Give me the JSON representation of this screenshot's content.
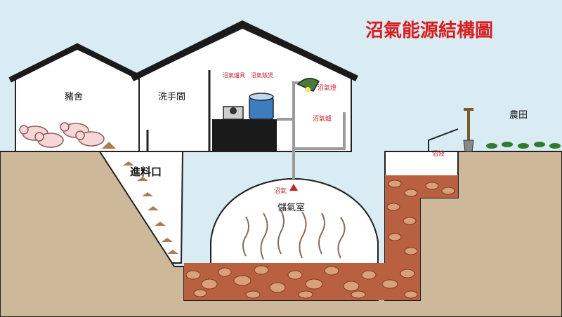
{
  "title": "沼氣能源結構圖",
  "labels": {
    "pigsty": "豬舍",
    "washroom": "洗手間",
    "inlet": "進料口",
    "chamber": "儲氣室",
    "farmland": "農田",
    "biogas_stove": "沼氣爐具",
    "biogas_cooker": "沼氣飯煲",
    "biogas_lamp": "沼氣燈",
    "biogas_heater": "沼氣爐",
    "biogas_up": "沼氣",
    "slurry": "沼液"
  },
  "colors": {
    "sky": "#d9ebf3",
    "ground": "#cdb89a",
    "house_wall": "#ffffff",
    "house_roof": "#1a1a1a",
    "pipe": "#9a9a9a",
    "fire": "#8a6a55",
    "rocks_dark": "#a9553a",
    "rocks_light": "#d9a07a",
    "title_red": "#d81e1e",
    "label_red": "#c0262d"
  },
  "icons": [
    "pig-icon",
    "stove-icon",
    "rice-cooker-icon",
    "lamp-icon",
    "shovel-icon",
    "plant-icon"
  ]
}
